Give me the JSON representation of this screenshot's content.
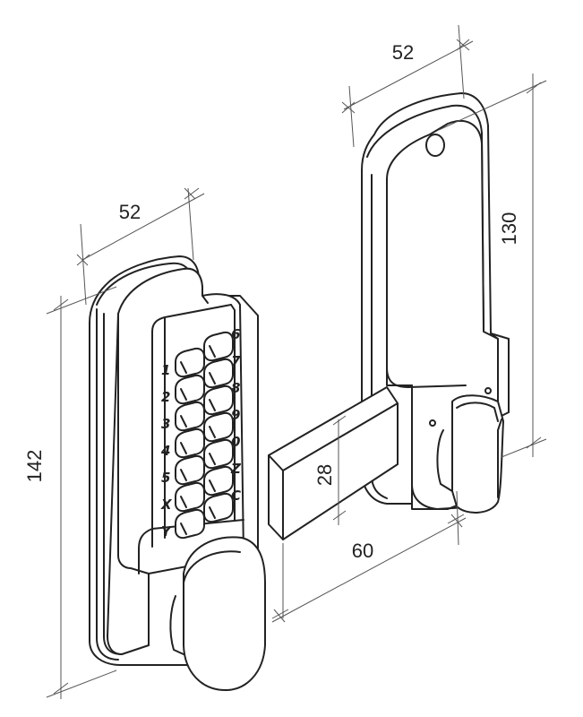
{
  "dimensions": {
    "front_width": "52",
    "front_height": "142",
    "back_width": "52",
    "back_height": "130",
    "bolt_height": "28",
    "bolt_length": "60"
  },
  "keypad": {
    "left_column": [
      "1",
      "2",
      "3",
      "4",
      "5",
      "X",
      "Y"
    ],
    "right_column": [
      "6",
      "7",
      "8",
      "9",
      "0",
      "Z",
      "C"
    ]
  }
}
